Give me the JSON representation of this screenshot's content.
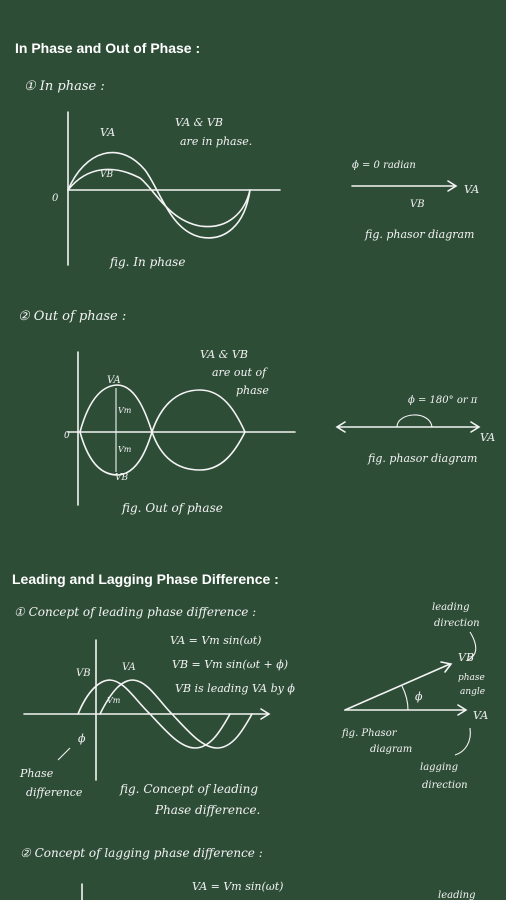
{
  "headings": {
    "phase": "In Phase and Out of Phase :",
    "leadlag": "Leading and Lagging Phase Difference :"
  },
  "in_phase": {
    "label": "① In phase :",
    "va": "VA",
    "vb": "VB",
    "note_line1": "VA & VB",
    "note_line2": "are in phase.",
    "origin": "0",
    "caption": "fig. In phase",
    "phi_label": "ϕ = 0 radian",
    "vec_a": "VA",
    "vec_b": "VB",
    "phasor_caption": "fig. phasor diagram"
  },
  "out_phase": {
    "label": "② Out of phase :",
    "va": "VA",
    "vb": "VB",
    "vm_top": "Vm",
    "vm_bot": "Vm",
    "origin": "0",
    "note_line1": "VA & VB",
    "note_line2": "are out of",
    "note_line3": "phase",
    "caption": "fig. Out of phase",
    "phi_label": "ϕ = 180° or π",
    "vec_a": "VA",
    "phasor_caption": "fig. phasor diagram"
  },
  "leading": {
    "label": "① Concept of leading phase difference :",
    "eq1": "VA = Vm sin(ωt)",
    "eq2": "VB = Vm sin(ωt + ϕ)",
    "eq3": "VB is leading VA by ϕ",
    "vb": "VB",
    "va": "VA",
    "vm": "Vm",
    "phi": "ϕ",
    "phase_diff_1": "Phase",
    "phase_diff_2": "difference",
    "caption_1": "fig. Concept of leading",
    "caption_2": "Phase difference.",
    "leading_dir_1": "leading",
    "leading_dir_2": "direction",
    "vec_b": "VB",
    "vec_a": "VA",
    "phase_angle_1": "phase",
    "phase_angle_2": "angle",
    "phasor_1": "fig. Phasor",
    "phasor_2": "diagram",
    "lagging_1": "lagging",
    "lagging_2": "direction"
  },
  "lagging": {
    "label": "② Concept of lagging phase difference :",
    "eq1": "VA = Vm sin(ωt)",
    "leading_cut": "leading"
  }
}
